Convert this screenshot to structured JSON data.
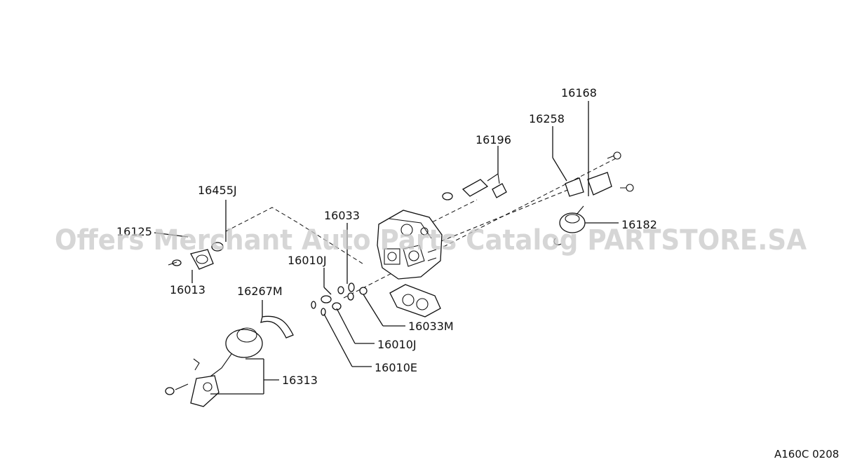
{
  "diagram": {
    "part_labels": {
      "p16168": "16168",
      "p16258": "16258",
      "p16196": "16196",
      "p16455J": "16455J",
      "p16125": "16125",
      "p16013": "16013",
      "p16033": "16033",
      "p16182": "16182",
      "p16010J_top": "16010J",
      "p16267M": "16267M",
      "p16033M": "16033M",
      "p16010J_bottom": "16010J",
      "p16010E": "16010E",
      "p16313": "16313"
    },
    "diagram_code": "A160C 0208",
    "watermark": "Offers Merchant Auto Parts Catalog PARTSTORE.SA"
  }
}
